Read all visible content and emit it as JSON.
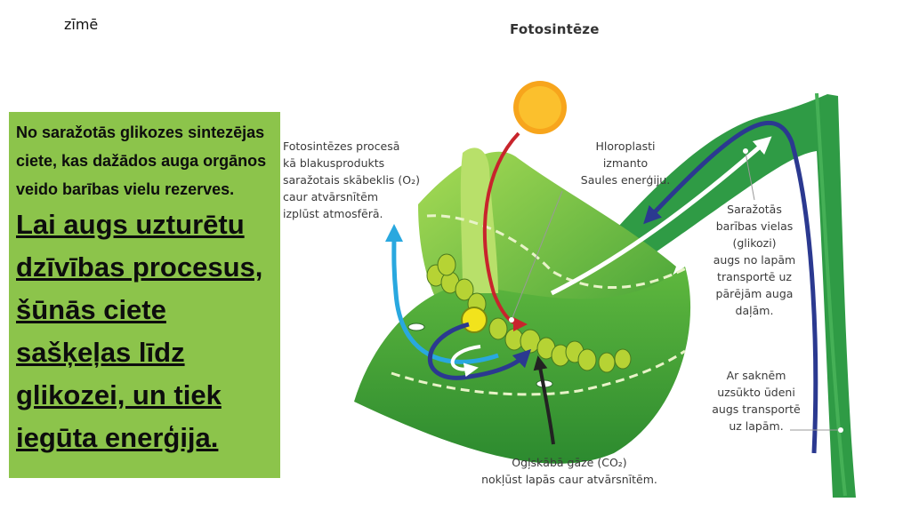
{
  "slide_label": "zīmē",
  "diagram_title": "Fotosintēze",
  "textbox": {
    "small_text": "No saražotās glikozes sintezējas ciete, kas dažādos auga orgānos veido barības vielu rezerves.",
    "big_text": "Lai augs uzturētu dzīvības procesus, šūnās ciete sašķeļas līdz glikozei, un tiek iegūta enerģija."
  },
  "annotations": {
    "oxygen": [
      "Fotosintēzes procesā",
      "kā blakusprodukts",
      "saražotais skābeklis (O₂)",
      "caur atvārsnītēm",
      "izplūst atmosfērā."
    ],
    "chloroplasts": [
      "Hloroplasti",
      "izmanto",
      "Saules enerģiju."
    ],
    "glucose": [
      "Saražotās",
      "barības vielas",
      "(glikozi)",
      "augs no lapām",
      "transportē uz",
      "pārējām auga",
      "daļām."
    ],
    "water": [
      "Ar saknēm",
      "uzsūkto ūdeni",
      "augs transportē",
      "uz lapām."
    ],
    "co2": [
      "Ogļskābā gāze (CO₂)",
      "nokļūst lapās caur atvārsnītēm."
    ]
  },
  "colors": {
    "box_green": "#8cc44b",
    "leaf_light": "#8dcf4a",
    "leaf_dark": "#3d9b35",
    "stem": "#2f9b45",
    "sun": "#f7a51c",
    "arrow_blue": "#29a8df",
    "arrow_red": "#c8242c",
    "arrow_navy": "#2b3990",
    "arrow_black": "#222222",
    "chloroplast": "#b6d334"
  }
}
